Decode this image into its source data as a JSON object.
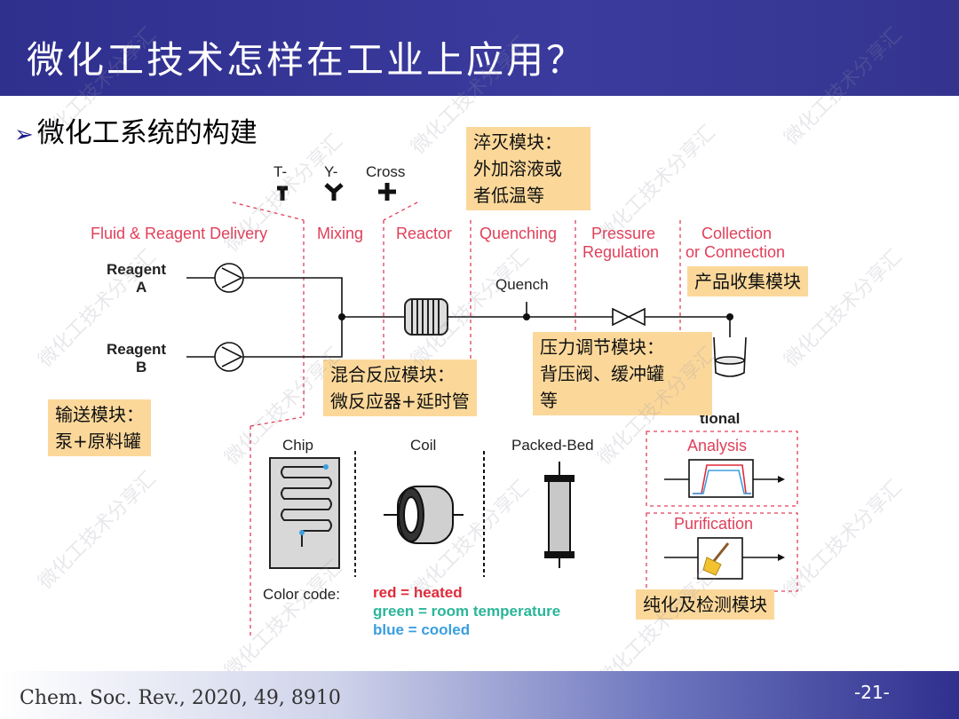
{
  "header": {
    "title": "微化工技术怎样在工业上应用？"
  },
  "subtitle": "微化工系统的构建",
  "mixers": [
    "T-",
    "Y-",
    "Cross"
  ],
  "stages": [
    "Fluid & Reagent Delivery",
    "Mixing",
    "Reactor",
    "Quenching",
    "Pressure",
    "Regulation",
    "Collection",
    "or Connection"
  ],
  "reagents": {
    "a_line1": "Reagent",
    "a_line2": "A",
    "b_line1": "Reagent",
    "b_line2": "B"
  },
  "quench_label": "Quench",
  "reactor_types": [
    "Chip",
    "Coil",
    "Packed-Bed"
  ],
  "optional_label": "tional",
  "analysis_label": "Analysis",
  "purification_label": "Purification",
  "color_code": {
    "label": "Color code:",
    "red": "red = heated",
    "green": "green = room temperature",
    "blue": "blue = cooled"
  },
  "notes": {
    "quench": [
      "淬灭模块：",
      "外加溶液或",
      "者低温等"
    ],
    "collection": "产品收集模块",
    "pressure": [
      "压力调节模块：",
      "背压阀、缓冲罐",
      "等"
    ],
    "mixing": [
      "混合反应模块：",
      "微反应器+延时管"
    ],
    "delivery": [
      "输送模块：",
      "泵+原料罐"
    ],
    "purification": "纯化及检测模块"
  },
  "watermark": "微化工技术分享汇",
  "footer": {
    "citation": "Chem. Soc. Rev., 2020, 49, 8910",
    "page": "-21-"
  },
  "colors": {
    "header": "#34348f",
    "note": "#fbd89a",
    "stage_label": "#e0405a",
    "red": "#e02a3a",
    "green": "#2bb59a",
    "blue": "#3a9fe0"
  }
}
